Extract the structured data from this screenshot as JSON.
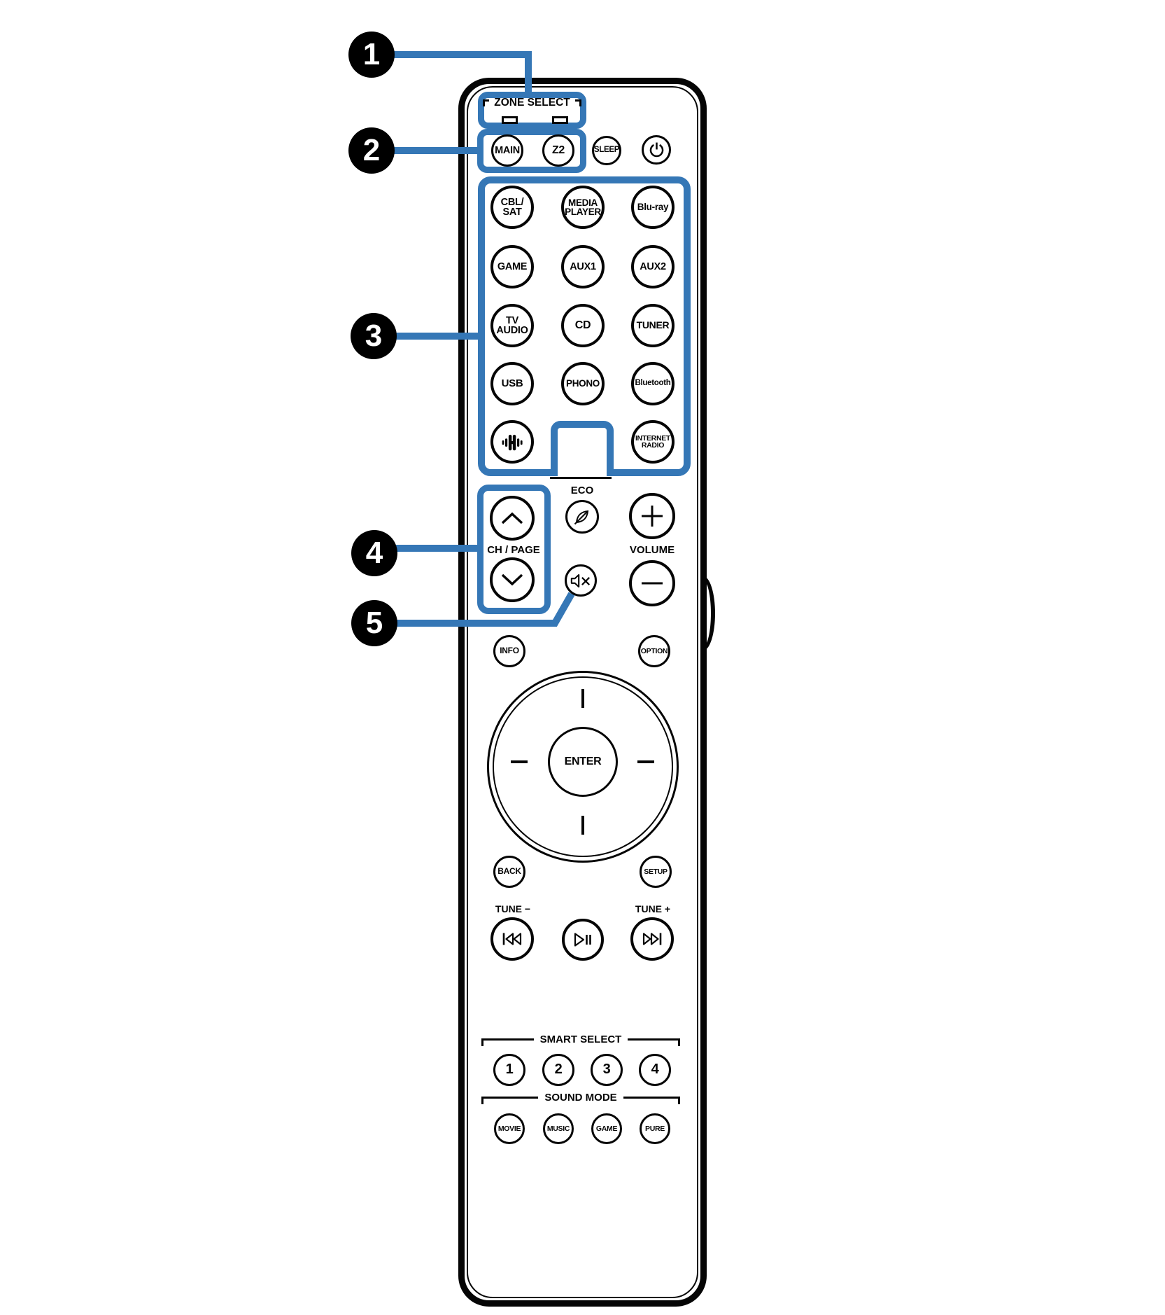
{
  "colors": {
    "accent_blue": "#3577b6",
    "outline_black": "#050505",
    "background": "#ffffff"
  },
  "callouts": {
    "c1": "1",
    "c2": "2",
    "c3": "3",
    "c4": "4",
    "c5": "5"
  },
  "zone": {
    "bracket_label": "ZONE SELECT",
    "main": "MAIN",
    "z2": "Z2",
    "sleep": "SLEEP"
  },
  "sources": {
    "cbl_sat": {
      "line1": "CBL/",
      "line2": "SAT"
    },
    "media_player": {
      "line1": "MEDIA",
      "line2": "PLAYER"
    },
    "blu_ray": {
      "line1": "Blu-ray"
    },
    "game": {
      "line1": "GAME"
    },
    "aux1": {
      "line1": "AUX1"
    },
    "aux2": {
      "line1": "AUX2"
    },
    "tv_audio": {
      "line1": "TV",
      "line2": "AUDIO"
    },
    "cd": {
      "line1": "CD"
    },
    "tuner": {
      "line1": "TUNER"
    },
    "usb": {
      "line1": "USB"
    },
    "phono": {
      "line1": "PHONO"
    },
    "bluetooth": {
      "line1": "Bluetooth"
    },
    "internet_radio": {
      "line1": "INTERNET",
      "line2": "RADIO"
    }
  },
  "mid": {
    "eco_label": "ECO",
    "volume_label": "VOLUME",
    "ch_page_label": "CH / PAGE",
    "info": "INFO",
    "option": "OPTION"
  },
  "nav": {
    "enter": "ENTER",
    "back": "BACK",
    "setup": "SETUP"
  },
  "transport": {
    "tune_minus_label": "TUNE −",
    "tune_plus_label": "TUNE +"
  },
  "smart_select": {
    "label": "SMART SELECT",
    "buttons": [
      "1",
      "2",
      "3",
      "4"
    ]
  },
  "sound_mode": {
    "label": "SOUND MODE",
    "buttons": [
      "MOVIE",
      "MUSIC",
      "GAME",
      "PURE"
    ]
  },
  "icons": {
    "power-standby-icon": "⏻",
    "heos-icon": "HEOS speaker mark",
    "eco-leaf-icon": "leaf",
    "plus-icon": "+",
    "minus-icon": "−",
    "chevron-up-icon": "⌃",
    "chevron-down-icon": "⌄",
    "mute-speaker-icon": "speaker with X",
    "skip-back-icon": "⏮",
    "play-pause-icon": "⏯",
    "skip-forward-icon": "⏭",
    "zone-leds": [
      "main-zone-led",
      "zone2-led"
    ]
  }
}
